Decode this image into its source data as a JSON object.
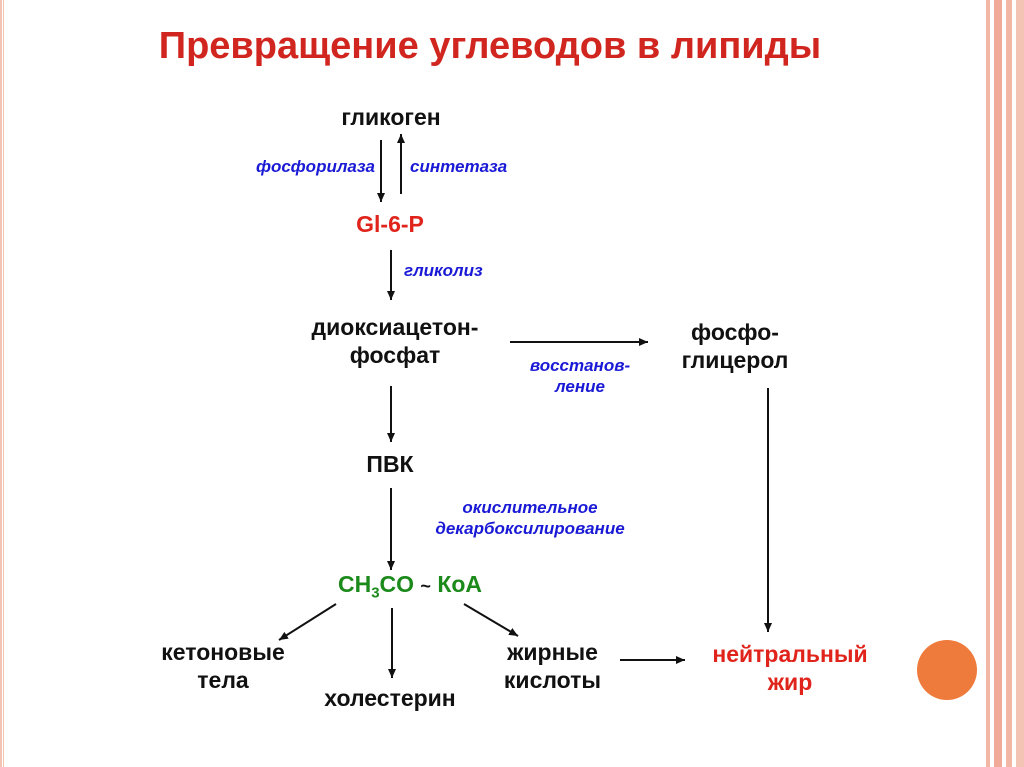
{
  "title": "Превращение углеводов в липиды",
  "nodes": {
    "glycogen": "гликоген",
    "g6p": "Gl-6-P",
    "dhap_line1": "диоксиацетон-",
    "dhap_line2": "фосфат",
    "glycerophosphate_line1": "фосфо-",
    "glycerophosphate_line2": "глицерол",
    "pvk": "ПВК",
    "acetyl_coa_ch": "CH",
    "acetyl_coa_sub": "3",
    "acetyl_coa_co": "CO",
    "acetyl_coa_tilde": "~",
    "acetyl_coa_koa": "КоА",
    "ketone_line1": "кетоновые",
    "ketone_line2": "тела",
    "cholesterol": "холестерин",
    "fatty_acids_line1": "жирные",
    "fatty_acids_line2": "кислоты",
    "neutral_fat_line1": "нейтральный",
    "neutral_fat_line2": "жир"
  },
  "enzymes": {
    "phosphorylase": "фосфорилаза",
    "synthetase": "синтетаза",
    "glycolysis": "гликолиз",
    "reduction_line1": "восстанов-",
    "reduction_line2": "ление",
    "oxidative_line1": "окислительное",
    "oxidative_line2": "декарбоксилирование"
  },
  "colors": {
    "title": "#d1261f",
    "node_text": "#111111",
    "enzyme_text": "#1a1ad6",
    "highlight_red": "#e0241c",
    "highlight_green": "#1b8a1b",
    "accent_circle": "#ee7b3b"
  }
}
